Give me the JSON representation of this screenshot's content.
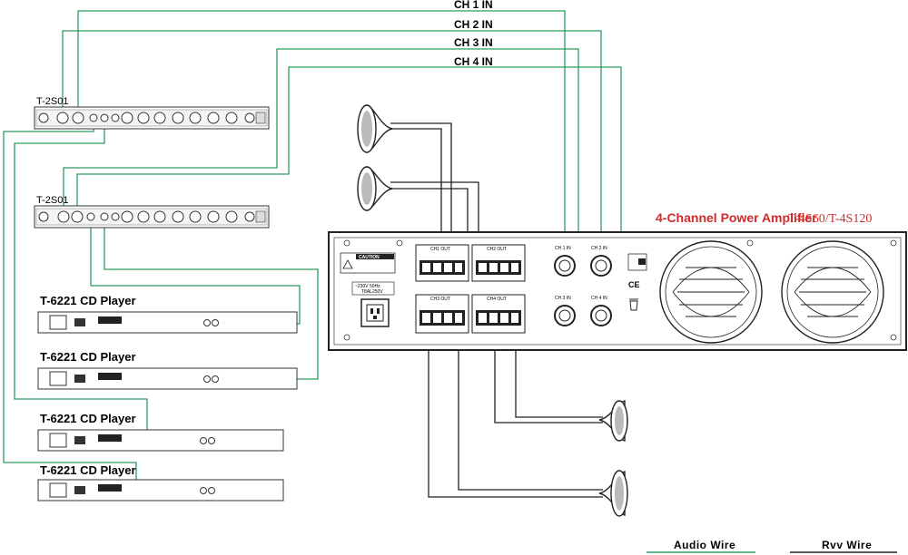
{
  "channel_inputs": [
    "CH 1 IN",
    "CH 2 IN",
    "CH 3 IN",
    "CH 4 IN"
  ],
  "mixers": [
    {
      "name": "T-2S01"
    },
    {
      "name": "T-2S01"
    }
  ],
  "cd_players": [
    {
      "name": "T-6221  CD Player"
    },
    {
      "name": "T-6221  CD Player"
    },
    {
      "name": "T-6221  CD Player"
    },
    {
      "name": "T-6221  CD Player"
    }
  ],
  "amplifier": {
    "title": "4-Channel Power Amplifier",
    "model": "T-4S60/T-4S120",
    "caution": "CAUTION",
    "outputs": [
      "CH1 OUT",
      "CH2 OUT",
      "CH3 OUT",
      "CH4 OUT"
    ],
    "input_jacks": [
      "CH 1 IN",
      "CH 2 IN",
      "CH 3 IN",
      "CH 4 IN"
    ],
    "power_label": "~230V 50Hz",
    "fuse_label": "T8AL250V",
    "ce_mark": "CE"
  },
  "legend": {
    "audio_wire": "Audio  Wire",
    "rvv_wire": "Rvv  Wire"
  },
  "colors": {
    "audio_wire": "#2e9a63",
    "rvv_wire": "#222222",
    "amp_title": "#d22b2b"
  }
}
